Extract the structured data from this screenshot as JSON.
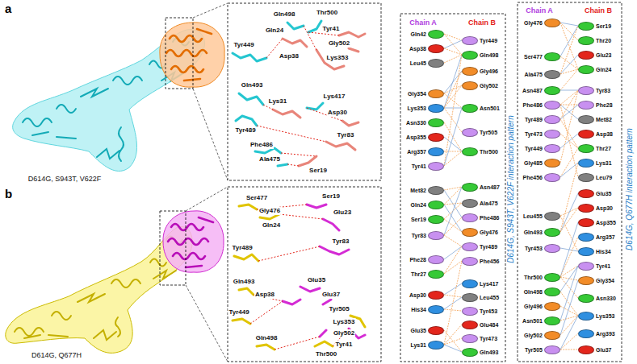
{
  "diagram": {
    "nodes": [
      {
        "text": [
          "Gln42"
        ]
      },
      {
        "text": [
          "Asp38"
        ]
      },
      {
        "text": [
          "Leu45"
        ]
      },
      {
        "text": [
          "Gly354"
        ]
      },
      {
        "text": [
          "Lys353"
        ]
      },
      {
        "text": [
          "Asn330"
        ]
      },
      {
        "text": [
          "Asp355"
        ]
      },
      {
        "text": [
          "Arg357"
        ]
      },
      {
        "text": [
          "Tyr41"
        ]
      },
      {
        "text": [
          "Met82"
        ]
      },
      {
        "text": [
          "Gln24"
        ]
      },
      {
        "text": [
          "Ser19"
        ]
      },
      {
        "text": [
          "Tyr83"
        ]
      },
      {
        "text": [
          "Phe28"
        ]
      },
      {
        "text": [
          "Thr27"
        ]
      },
      {
        "text": [
          "Asp30"
        ]
      },
      {
        "text": [
          "His34"
        ]
      },
      {
        "text": [
          "Glu35"
        ]
      },
      {
        "text": [
          "Lys31"
        ]
      },
      {
        "text": [
          "Tyr449"
        ]
      },
      {
        "text": [
          "Gln498"
        ]
      },
      {
        "text": [
          "Gly496"
        ]
      },
      {
        "text": [
          "Gly502"
        ]
      },
      {
        "text": [
          "Asn501"
        ]
      },
      {
        "text": [
          "Tyr505"
        ]
      },
      {
        "text": [
          "Thr500"
        ]
      },
      {
        "text": [
          "Asn487"
        ]
      },
      {
        "text": [
          "Ala475"
        ]
      },
      {
        "text": [
          "Phe486"
        ]
      },
      {
        "text": [
          "Gly476"
        ]
      },
      {
        "text": [
          "Tyr489"
        ]
      },
      {
        "text": [
          "Phe456"
        ]
      },
      {
        "text": [
          "Lys417"
        ]
      },
      {
        "text": [
          "Leu455"
        ]
      },
      {
        "text": [
          "Tyr453"
        ]
      },
      {
        "text": [
          "Glu484"
        ]
      },
      {
        "text": [
          "Tyr473"
        ]
      },
      {
        "text": [
          "Gln493"
        ]
      },
      {
        "text": [
          "Gly476"
        ]
      },
      {
        "text": [
          "Ser477"
        ]
      },
      {
        "text": [
          "Ala475"
        ]
      },
      {
        "text": [
          "Asn487"
        ]
      },
      {
        "text": [
          "Phe486"
        ]
      },
      {
        "text": [
          "Tyr489"
        ]
      },
      {
        "text": [
          "Tyr473"
        ]
      },
      {
        "text": [
          "Tyr449"
        ]
      },
      {
        "text": [
          "Gly485"
        ]
      },
      {
        "text": [
          "Phe456"
        ]
      },
      {
        "text": [
          "Leu455"
        ]
      },
      {
        "text": [
          "Gln493"
        ]
      },
      {
        "text": [
          "Tyr453"
        ]
      },
      {
        "text": [
          "Thr500"
        ]
      },
      {
        "text": [
          "Gln498"
        ]
      },
      {
        "text": [
          "Gly496"
        ]
      },
      {
        "text": [
          "Asn501"
        ]
      },
      {
        "text": [
          "Gly502"
        ]
      },
      {
        "text": [
          "Tyr505"
        ]
      },
      {
        "text": [
          "Ser19"
        ]
      },
      {
        "text": [
          "Thr20"
        ]
      },
      {
        "text": [
          "Glu23"
        ]
      },
      {
        "text": [
          "Gln24"
        ]
      },
      {
        "text": [
          "Tyr83"
        ]
      },
      {
        "text": [
          "Phe28"
        ]
      },
      {
        "text": [
          "Met82"
        ]
      },
      {
        "text": [
          "Asp38"
        ]
      },
      {
        "text": [
          "Thr27"
        ]
      },
      {
        "text": [
          "Lys31"
        ]
      },
      {
        "text": [
          "Leu79"
        ]
      },
      {
        "text": [
          "Glu35"
        ]
      },
      {
        "text": [
          "Asp30"
        ]
      },
      {
        "text": [
          "Asp355"
        ]
      },
      {
        "text": [
          "Arg357"
        ]
      },
      {
        "text": [
          "His34"
        ]
      },
      {
        "text": [
          "Tyr41"
        ]
      },
      {
        "text": [
          "Gly354"
        ]
      },
      {
        "text": [
          "Asn330"
        ]
      },
      {
        "text": [
          "Lys353"
        ]
      },
      {
        "text": [
          "Arg393"
        ]
      },
      {
        "text": [
          "Glu37"
        ]
      }
    ],
    "edges": [
      {
        "from": 0,
        "to": 19,
        "arrow": "none"
      },
      {
        "from": 0,
        "to": 20,
        "arrow": "none"
      },
      {
        "from": 1,
        "to": 19,
        "arrow": "none"
      },
      {
        "from": 1,
        "to": 20,
        "arrow": "none"
      },
      {
        "from": 2,
        "to": 20,
        "arrow": "none"
      },
      {
        "from": 3,
        "to": 21,
        "arrow": "none"
      },
      {
        "from": 3,
        "to": 22,
        "arrow": "none"
      },
      {
        "from": 3,
        "to": 23,
        "arrow": "none"
      },
      {
        "from": 4,
        "to": 20,
        "arrow": "none"
      },
      {
        "from": 4,
        "to": 21,
        "arrow": "none"
      },
      {
        "from": 4,
        "to": 22,
        "arrow": "none"
      },
      {
        "from": 4,
        "to": 23,
        "arrow": "none"
      },
      {
        "from": 4,
        "to": 24,
        "arrow": "none"
      },
      {
        "from": 5,
        "to": 25,
        "arrow": "none"
      },
      {
        "from": 6,
        "to": 25,
        "arrow": "none"
      },
      {
        "from": 7,
        "to": 25,
        "arrow": "none"
      },
      {
        "from": 8,
        "to": 20,
        "arrow": "none"
      },
      {
        "from": 8,
        "to": 23,
        "arrow": "none"
      },
      {
        "from": 8,
        "to": 25,
        "arrow": "none"
      },
      {
        "from": 9,
        "to": 26,
        "arrow": "none"
      },
      {
        "from": 9,
        "to": 28,
        "arrow": "none"
      },
      {
        "from": 10,
        "to": 26,
        "arrow": "none"
      },
      {
        "from": 10,
        "to": 27,
        "arrow": "none"
      },
      {
        "from": 10,
        "to": 29,
        "arrow": "none"
      },
      {
        "from": 11,
        "to": 27,
        "arrow": "none"
      },
      {
        "from": 11,
        "to": 29,
        "arrow": "none"
      },
      {
        "from": 12,
        "to": 26,
        "arrow": "none"
      },
      {
        "from": 12,
        "to": 28,
        "arrow": "none"
      },
      {
        "from": 12,
        "to": 30,
        "arrow": "none"
      },
      {
        "from": 13,
        "to": 30,
        "arrow": "none"
      },
      {
        "from": 14,
        "to": 31,
        "arrow": "none"
      },
      {
        "from": 14,
        "to": 30,
        "arrow": "none"
      },
      {
        "from": 15,
        "to": 32,
        "arrow": "none"
      },
      {
        "from": 15,
        "to": 33,
        "arrow": "none"
      },
      {
        "from": 16,
        "to": 34,
        "arrow": "none"
      },
      {
        "from": 16,
        "to": 33,
        "arrow": "none"
      },
      {
        "from": 17,
        "to": 37,
        "arrow": "none"
      },
      {
        "from": 18,
        "to": 35,
        "arrow": "none"
      },
      {
        "from": 18,
        "to": 37,
        "arrow": "none"
      },
      {
        "from": 18,
        "to": 36,
        "arrow": "none"
      },
      {
        "from": 18,
        "to": 31,
        "arrow": "none"
      },
      {
        "from": 38,
        "to": 57,
        "arrow": "none"
      },
      {
        "from": 38,
        "to": 58,
        "arrow": "none"
      },
      {
        "from": 38,
        "to": 60,
        "arrow": "none"
      },
      {
        "from": 39,
        "to": 57,
        "arrow": "none"
      },
      {
        "from": 39,
        "to": 60,
        "arrow": "none"
      },
      {
        "from": 40,
        "to": 57,
        "arrow": "none"
      },
      {
        "from": 40,
        "to": 59,
        "arrow": "none"
      },
      {
        "from": 40,
        "to": 60,
        "arrow": "none"
      },
      {
        "from": 41,
        "to": 60,
        "arrow": "none"
      },
      {
        "from": 41,
        "to": 61,
        "arrow": "none"
      },
      {
        "from": 42,
        "to": 61,
        "arrow": "none"
      },
      {
        "from": 42,
        "to": 62,
        "arrow": "none"
      },
      {
        "from": 42,
        "to": 63,
        "arrow": "none"
      },
      {
        "from": 42,
        "to": 67,
        "arrow": "none"
      },
      {
        "from": 43,
        "to": 61,
        "arrow": "none"
      },
      {
        "from": 43,
        "to": 62,
        "arrow": "none"
      },
      {
        "from": 43,
        "to": 65,
        "arrow": "none"
      },
      {
        "from": 44,
        "to": 65,
        "arrow": "none"
      },
      {
        "from": 45,
        "to": 64,
        "arrow": "none"
      },
      {
        "from": 46,
        "to": 61,
        "arrow": "none"
      },
      {
        "from": 47,
        "to": 65,
        "arrow": "none"
      },
      {
        "from": 47,
        "to": 66,
        "arrow": "none"
      },
      {
        "from": 48,
        "to": 69,
        "arrow": "none"
      },
      {
        "from": 48,
        "to": 72,
        "arrow": "none"
      },
      {
        "from": 49,
        "to": 68,
        "arrow": "none"
      },
      {
        "from": 49,
        "to": 66,
        "arrow": "none"
      },
      {
        "from": 49,
        "to": 69,
        "arrow": "none"
      },
      {
        "from": 50,
        "to": 72,
        "arrow": "none"
      },
      {
        "from": 51,
        "to": 73,
        "arrow": "none"
      },
      {
        "from": 51,
        "to": 74,
        "arrow": "none"
      },
      {
        "from": 51,
        "to": 70,
        "arrow": "none"
      },
      {
        "from": 51,
        "to": 71,
        "arrow": "none"
      },
      {
        "from": 51,
        "to": 75,
        "arrow": "none"
      },
      {
        "from": 52,
        "to": 73,
        "arrow": "none"
      },
      {
        "from": 52,
        "to": 76,
        "arrow": "none"
      },
      {
        "from": 53,
        "to": 76,
        "arrow": "none"
      },
      {
        "from": 54,
        "to": 73,
        "arrow": "none"
      },
      {
        "from": 54,
        "to": 76,
        "arrow": "none"
      },
      {
        "from": 55,
        "to": 76,
        "arrow": "none"
      },
      {
        "from": 55,
        "to": 74,
        "arrow": "none"
      },
      {
        "from": 56,
        "to": 78,
        "arrow": "none"
      },
      {
        "from": 56,
        "to": 77,
        "arrow": "none"
      },
      {
        "from": 56,
        "to": 76,
        "arrow": "none"
      }
    ],
    "labels": [
      "a",
      "D614G, S943T, V622F",
      "Gln498",
      "Thr500",
      "Gln24",
      "Tyr41",
      "Gly502",
      "Tyr449",
      "Lys353",
      "Asp38",
      "Gln493",
      "Lys31",
      "Lys417",
      "Asp30",
      "Tyr489",
      "Tyr83",
      "Phe486",
      "Ala475",
      "Ser19",
      "b",
      "D614G, Q677H",
      "Ser477",
      "Ser19",
      "Gly476",
      "Glu23",
      "Gln24",
      "Tyr83",
      "Tyr489",
      "Gln493",
      "Glu35",
      "Glu37",
      "Asp38",
      "Tyr505",
      "Tyr449",
      "Lys353",
      "Gly502",
      "Tyr41",
      "Gln498",
      "Thr500",
      "Chain A",
      "Chain B",
      "Chain A",
      "Chain B",
      "D614G, S943T, V622F interaction pattern",
      "D614G, Q677H interaction pattern"
    ]
  }
}
